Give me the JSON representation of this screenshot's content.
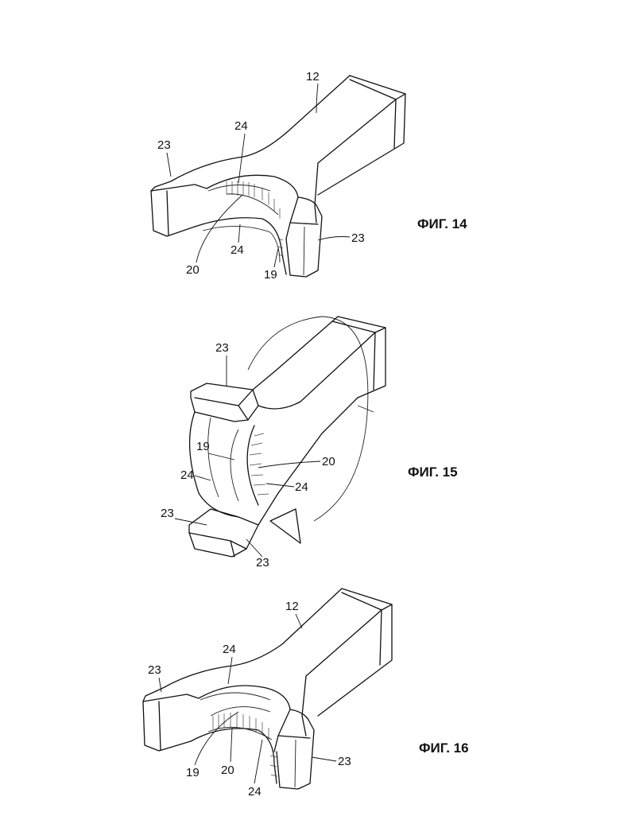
{
  "figures": [
    {
      "caption": "ФИГ. 14",
      "labels": [
        "12",
        "24",
        "23",
        "20",
        "24",
        "19",
        "23"
      ]
    },
    {
      "caption": "ФИГ. 15",
      "labels": [
        "23",
        "19",
        "20",
        "24",
        "24",
        "23",
        "23"
      ]
    },
    {
      "caption": "ФИГ. 16",
      "labels": [
        "12",
        "24",
        "23",
        "19",
        "20",
        "24",
        "23"
      ]
    }
  ]
}
